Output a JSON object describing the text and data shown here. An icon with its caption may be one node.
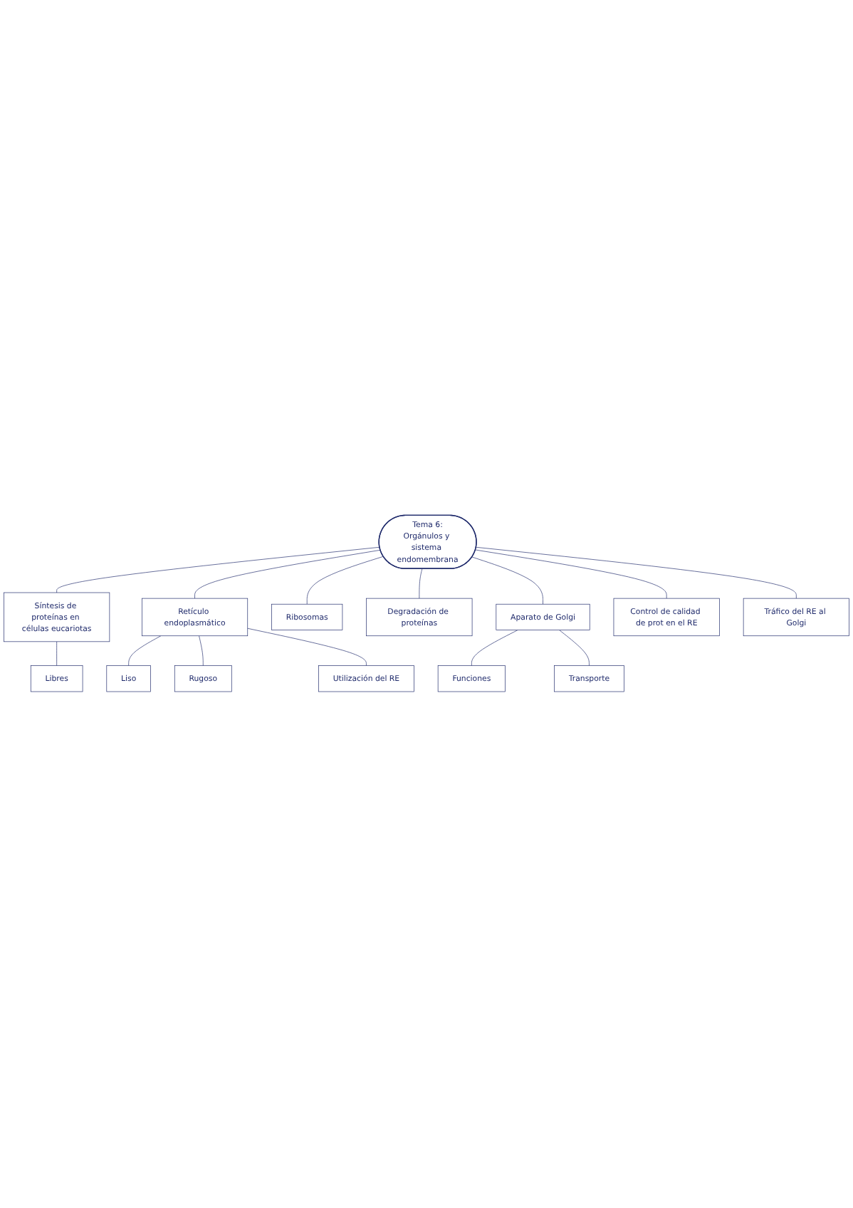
{
  "diagram": {
    "nodes": [
      {
        "text": [
          "Tema 6:",
          "Orgánulos y sistema endomembrana"
        ]
      },
      {
        "text": [
          "Síntesis de proteínas en células eucariotas"
        ]
      },
      {
        "text": [
          "Libres"
        ]
      },
      {
        "text": [
          "Retículo endoplasmático"
        ]
      },
      {
        "text": [
          "Liso"
        ]
      },
      {
        "text": [
          "Rugoso"
        ]
      },
      {
        "text": [
          "Utilización del RE"
        ]
      },
      {
        "text": [
          "Ribosomas"
        ]
      },
      {
        "text": [
          "Degradación de proteínas"
        ]
      },
      {
        "text": [
          "Aparato de Golgi"
        ]
      },
      {
        "text": [
          "Funciones"
        ]
      },
      {
        "text": [
          "Transporte"
        ]
      },
      {
        "text": [
          "Control de calidad de prot en el RE"
        ]
      },
      {
        "text": [
          "Tráfico del RE al Golgi"
        ]
      }
    ],
    "edges": [
      {
        "from": 0,
        "to": 1,
        "arrow": "none"
      },
      {
        "from": 1,
        "to": 2,
        "arrow": "none"
      },
      {
        "from": 0,
        "to": 3,
        "arrow": "none"
      },
      {
        "from": 3,
        "to": 4,
        "arrow": "none"
      },
      {
        "from": 3,
        "to": 5,
        "arrow": "none"
      },
      {
        "from": 3,
        "to": 6,
        "arrow": "none"
      },
      {
        "from": 0,
        "to": 7,
        "arrow": "none"
      },
      {
        "from": 0,
        "to": 8,
        "arrow": "none"
      },
      {
        "from": 0,
        "to": 9,
        "arrow": "none"
      },
      {
        "from": 9,
        "to": 10,
        "arrow": "none"
      },
      {
        "from": 9,
        "to": 11,
        "arrow": "none"
      },
      {
        "from": 0,
        "to": 12,
        "arrow": "none"
      },
      {
        "from": 0,
        "to": 13,
        "arrow": "none"
      }
    ]
  }
}
